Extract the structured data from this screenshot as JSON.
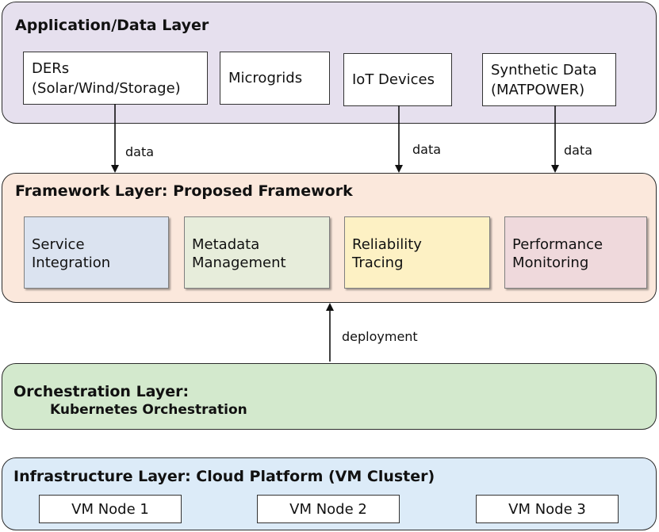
{
  "application_layer": {
    "title": "Application/Data Layer",
    "nodes": [
      {
        "label": "DERs\n(Solar/Wind/Storage)"
      },
      {
        "label": "Microgrids"
      },
      {
        "label": "IoT Devices"
      },
      {
        "label": "Synthetic Data\n(MATPOWER)"
      }
    ]
  },
  "framework_layer": {
    "title": "Framework Layer: Proposed Framework",
    "components": [
      {
        "label": "Service\nIntegration",
        "fill": "#dbe3f0"
      },
      {
        "label": "Metadata\nManagement",
        "fill": "#e7eddb"
      },
      {
        "label": "Reliability\nTracing",
        "fill": "#fdf1c4"
      },
      {
        "label": "Performance\nMonitoring",
        "fill": "#efd9dc"
      }
    ]
  },
  "orchestration_layer": {
    "title": "Orchestration Layer:",
    "subtitle": "Kubernetes Orchestration"
  },
  "infrastructure_layer": {
    "title": "Infrastructure Layer: Cloud Platform (VM Cluster)",
    "nodes": [
      {
        "label": "VM Node 1"
      },
      {
        "label": "VM Node 2"
      },
      {
        "label": "VM Node 3"
      }
    ]
  },
  "edges": [
    {
      "from": "DERs",
      "to": "framework_layer",
      "label": "data"
    },
    {
      "from": "IoT Devices",
      "to": "framework_layer",
      "label": "data"
    },
    {
      "from": "Synthetic Data",
      "to": "framework_layer",
      "label": "data"
    },
    {
      "from": "orchestration_layer",
      "to": "framework_layer",
      "label": "deployment"
    }
  ],
  "colors": {
    "application_layer_fill": "#e6e0ee",
    "framework_layer_fill": "#fbe8dc",
    "orchestration_layer_fill": "#d3e9cd",
    "infrastructure_layer_fill": "#dcebf8"
  }
}
